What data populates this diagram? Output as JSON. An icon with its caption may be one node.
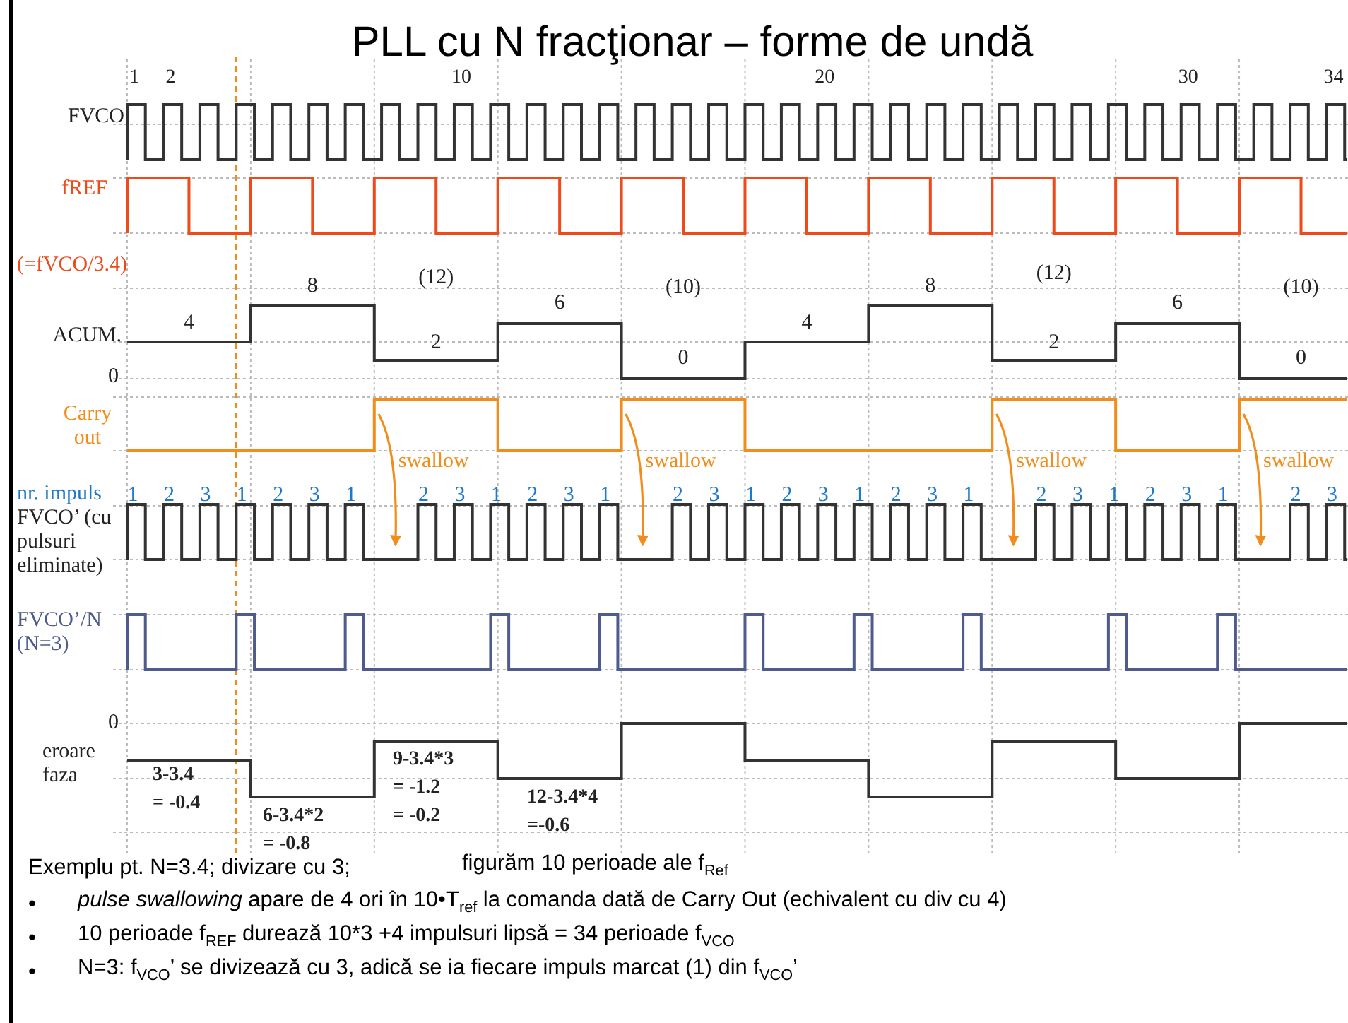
{
  "diagram": {
    "title": "PLL cu N fracţionar – forme de undă",
    "labels": [
      "1",
      "2",
      "10",
      "20",
      "30",
      "34",
      "FVCO",
      "fREF",
      "(=fVCO/3.4)",
      "ACUM.",
      "4",
      "8",
      "(12)",
      "2",
      "6",
      "(10)",
      "0",
      "4",
      "8",
      "(12)",
      "2",
      "6",
      "(10)",
      "0",
      "0",
      "Carry out",
      "swallow",
      "swallow",
      "swallow",
      "swallow",
      "nr. impuls",
      "1",
      "2",
      "3",
      "1",
      "2",
      "3",
      "1",
      "2",
      "3",
      "1",
      "2",
      "3",
      "1",
      "2",
      "3",
      "1",
      "2",
      "3",
      "1",
      "2",
      "3",
      "1",
      "2",
      "3",
      "1",
      "2",
      "3",
      "1",
      "2",
      "3",
      "FVCO’ (cu pulsuri eliminate)",
      "FVCO’/N (N=3)",
      "0",
      "eroare faza",
      "3-3.4 = -0.4",
      "6-3.4*2 = -0.8",
      "9-3.4*3 = -1.2 = -0.2",
      "12-3.4*4 =-0.6",
      "Exemplu pt. N=3.4; divizare cu 3;",
      "figurăm 10 perioade ale f$_{Ref}$",
      "•",
      "*pulse swallowing* apare de 4 ori în 10•T$_{ref}$ la comanda dată de Carry Out (echivalent cu div cu 4)",
      "•",
      "10 perioade f$_{REF}$ durează 10*3 +4 impulsuri lipsă = 34 perioade f$_{VCO}$",
      "•",
      "N=3: f$_{VCO}$’ se divizează cu 3, adică se ia fiecare impuls marcat (1) din f$_{VCO}$’"
    ]
  }
}
